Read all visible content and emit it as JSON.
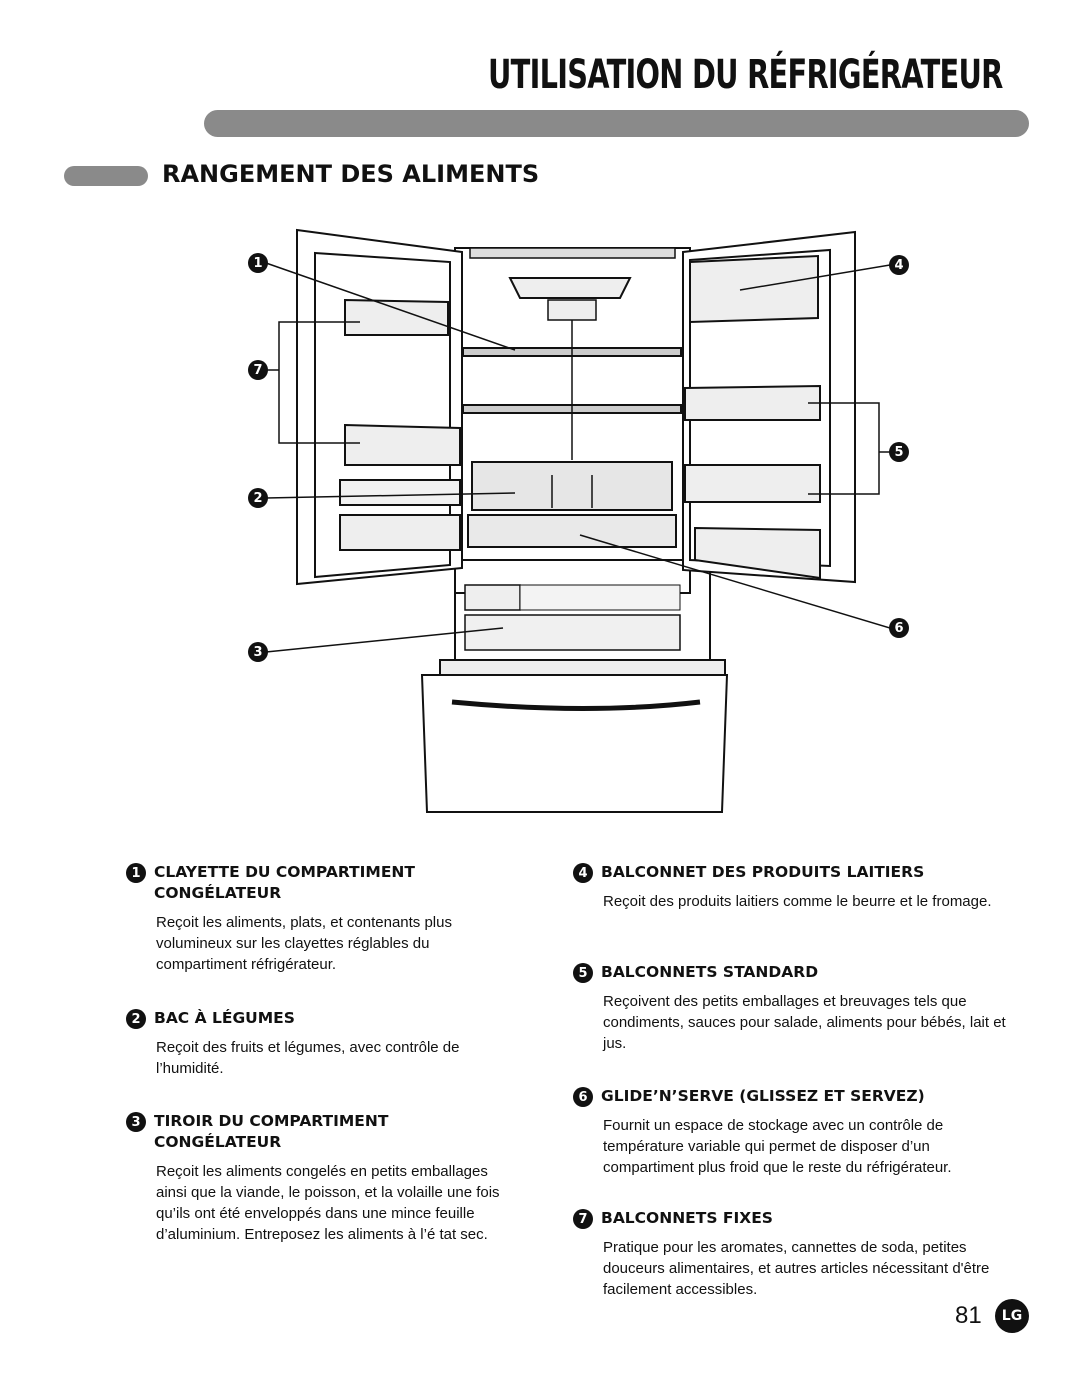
{
  "header": {
    "title": "UTILISATION DU RÉFRIGÉRATEUR"
  },
  "section": {
    "title": "RANGEMENT DES ALIMENTS"
  },
  "callouts": [
    "1",
    "2",
    "3",
    "4",
    "5",
    "6",
    "7"
  ],
  "items": [
    {
      "num": "1",
      "title": "CLAYETTE DU COMPARTIMENT CONGÉLATEUR",
      "body": "Reçoit les aliments, plats, et contenants plus volumineux sur les clayettes réglables du compartiment réfrigérateur."
    },
    {
      "num": "2",
      "title": "BAC À LÉGUMES",
      "body": "Reçoit des fruits et légumes, avec contrôle de l’humidité."
    },
    {
      "num": "3",
      "title": "TIROIR DU COMPARTIMENT CONGÉLATEUR",
      "body": "Reçoit les aliments congelés en petits emballages ainsi que la viande, le poisson, et la volaille une fois qu’ils ont été enveloppés dans une mince feuille d’aluminium. Entreposez les aliments à l’é tat sec."
    },
    {
      "num": "4",
      "title": "BALCONNET DES PRODUITS LAITIERS",
      "body": "Reçoit des produits laitiers comme le beurre et le fromage."
    },
    {
      "num": "5",
      "title": "BALCONNETS STANDARD",
      "body": "Reçoivent des petits emballages et breuvages tels que condiments, sauces pour salade, aliments pour bébés, lait et jus."
    },
    {
      "num": "6",
      "title": "GLIDE’N’SERVE (GLISSEZ ET SERVEZ)",
      "body": "Fournit un espace de stockage avec un contrôle de température variable qui permet de disposer d’un compartiment plus froid que le reste du réfrigérateur."
    },
    {
      "num": "7",
      "title": "BALCONNETS FIXES",
      "body": "Pratique pour les aromates, cannettes de soda, petites douceurs alimentaires, et autres articles nécessitant d'être facilement accessibles."
    }
  ],
  "footer": {
    "page_number": "81",
    "logo_text": "LG"
  }
}
